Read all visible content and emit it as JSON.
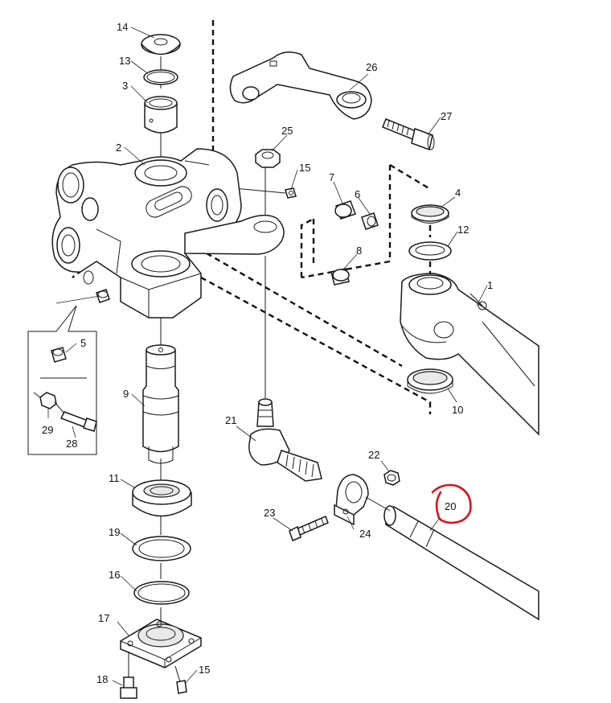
{
  "callouts": {
    "c1": "1",
    "c2": "2",
    "c3": "3",
    "c4": "4",
    "c5": "5",
    "c6": "6",
    "c7": "7",
    "c8": "8",
    "c9": "9",
    "c10": "10",
    "c11": "11",
    "c12": "12",
    "c13": "13",
    "c14": "14",
    "c15a": "15",
    "c15b": "15",
    "c16": "16",
    "c17": "17",
    "c18": "18",
    "c19": "19",
    "c20": "20",
    "c21": "21",
    "c22": "22",
    "c23": "23",
    "c24": "24",
    "c25": "25",
    "c26": "26",
    "c27": "27",
    "c28": "28",
    "c29": "29"
  },
  "highlight": {
    "target_callout": "20",
    "color": "#e0101a"
  },
  "colors": {
    "line": "#1a1a1a",
    "background": "#ffffff",
    "shade": "#e9e9e9"
  }
}
